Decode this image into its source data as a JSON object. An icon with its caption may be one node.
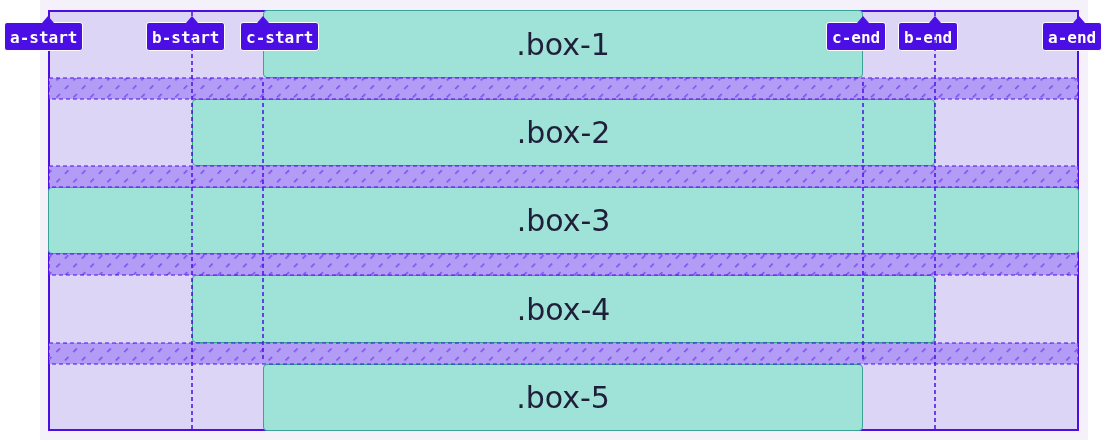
{
  "diagram": {
    "nodes": [
      {
        "text": [
          ".box-1"
        ]
      },
      {
        "text": [
          ".box-2"
        ]
      },
      {
        "text": [
          ".box-3"
        ]
      },
      {
        "text": [
          ".box-4"
        ]
      },
      {
        "text": [
          ".box-5"
        ]
      }
    ],
    "edges": [],
    "labels": [
      "a-start",
      "b-start",
      "c-start",
      "c-end",
      "b-end",
      "a-end"
    ]
  }
}
